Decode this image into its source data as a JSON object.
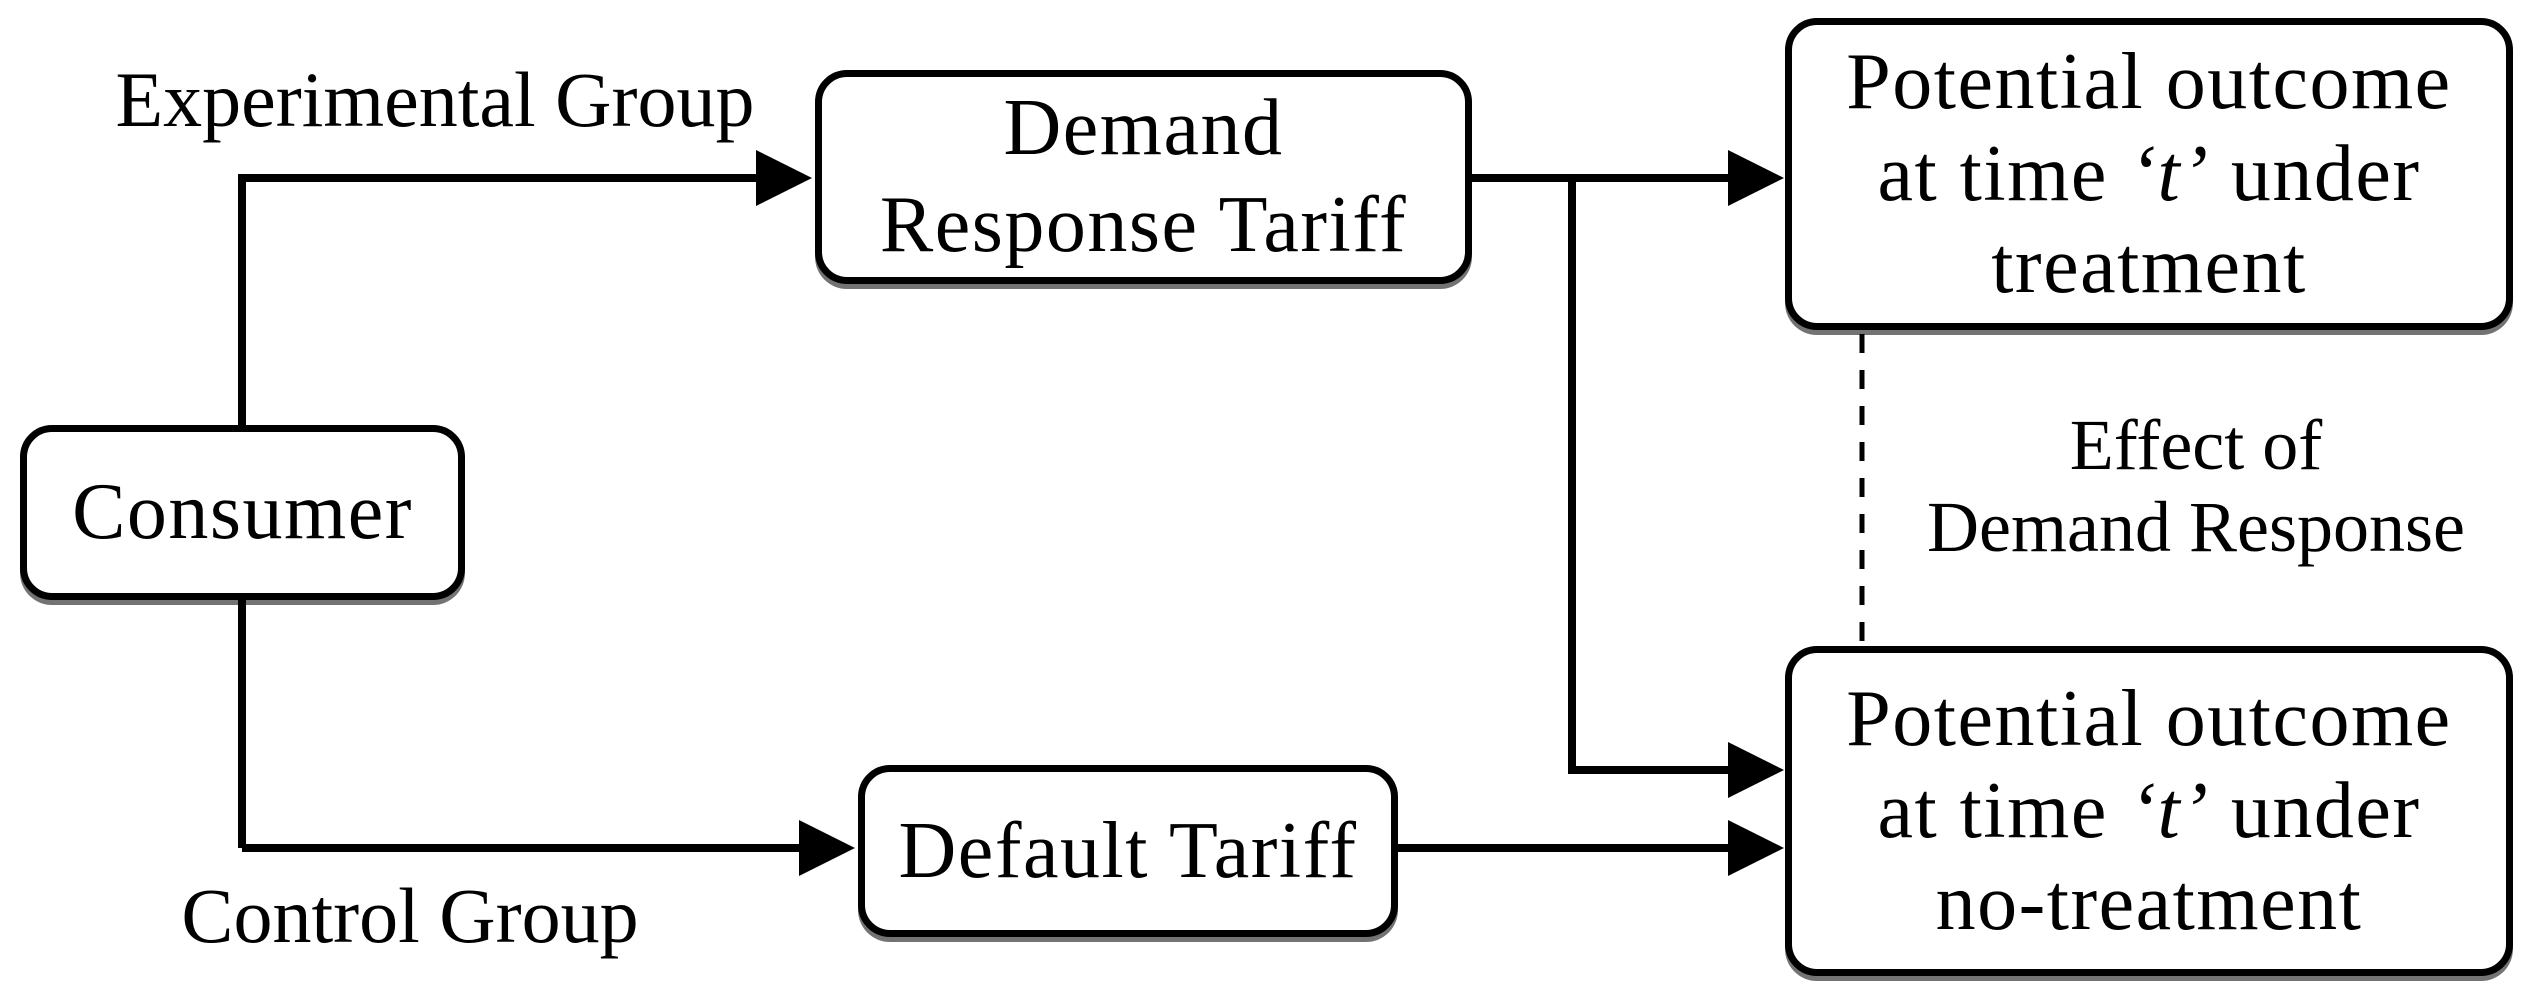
{
  "figure": {
    "description": "Potential-outcomes diagram for demand response experiment",
    "colors": {
      "background": "#ffffff",
      "ink": "#000000",
      "box_fill": "#ffffff",
      "box_border": "#000000"
    },
    "nodes": {
      "consumer": {
        "label": "Consumer"
      },
      "demand_response_tariff": {
        "line1": "Demand",
        "line2": "Response Tariff"
      },
      "default_tariff": {
        "label": "Default Tariff"
      },
      "outcome_treatment": {
        "line1": "Potential outcome",
        "line2_pre": "at time ",
        "line2_t": "‘t’",
        "line2_post": " under",
        "line3": "treatment"
      },
      "outcome_no_treatment": {
        "line1": "Potential outcome",
        "line2_pre": "at time ",
        "line2_t": "‘t’",
        "line2_post": " under",
        "line3": "no-treatment"
      }
    },
    "edge_labels": {
      "experimental_group": "Experimental Group",
      "control_group": "Control Group",
      "effect_line1": "Effect of",
      "effect_line2": "Demand Response"
    }
  }
}
